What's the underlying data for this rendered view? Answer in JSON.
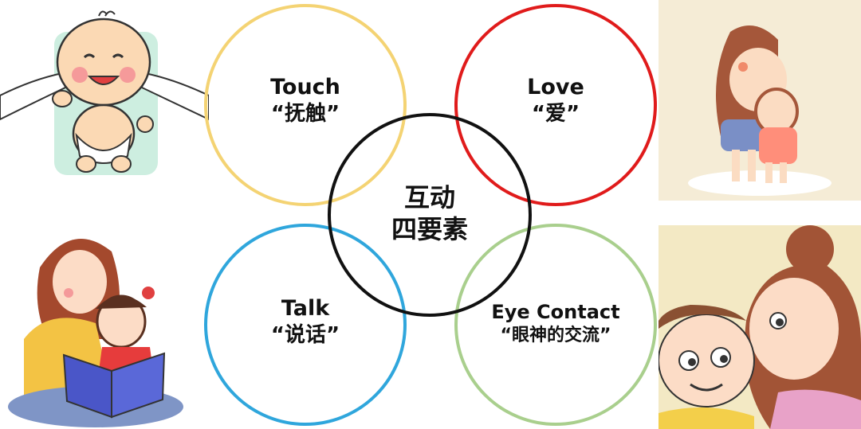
{
  "diagram": {
    "center": {
      "line1": "互动",
      "line2": "四要素",
      "color": "#111111"
    },
    "nodes": {
      "touch": {
        "en": "Touch",
        "zh": "“抚触”",
        "color": "#f4d373"
      },
      "love": {
        "en": "Love",
        "zh": "“爱”",
        "color": "#e01b1b"
      },
      "talk": {
        "en": "Talk",
        "zh": "“说话”",
        "color": "#2fa6dc"
      },
      "eye": {
        "en": "Eye Contact",
        "zh": "“眼神的交流”",
        "color": "#a9cf8d"
      }
    }
  },
  "illustrations": [
    {
      "position": "top-left",
      "subject": "baby-massage"
    },
    {
      "position": "top-right",
      "subject": "mother-hug-child"
    },
    {
      "position": "bottom-left",
      "subject": "mother-reading-book"
    },
    {
      "position": "bottom-right",
      "subject": "mother-child-eye-contact"
    }
  ]
}
